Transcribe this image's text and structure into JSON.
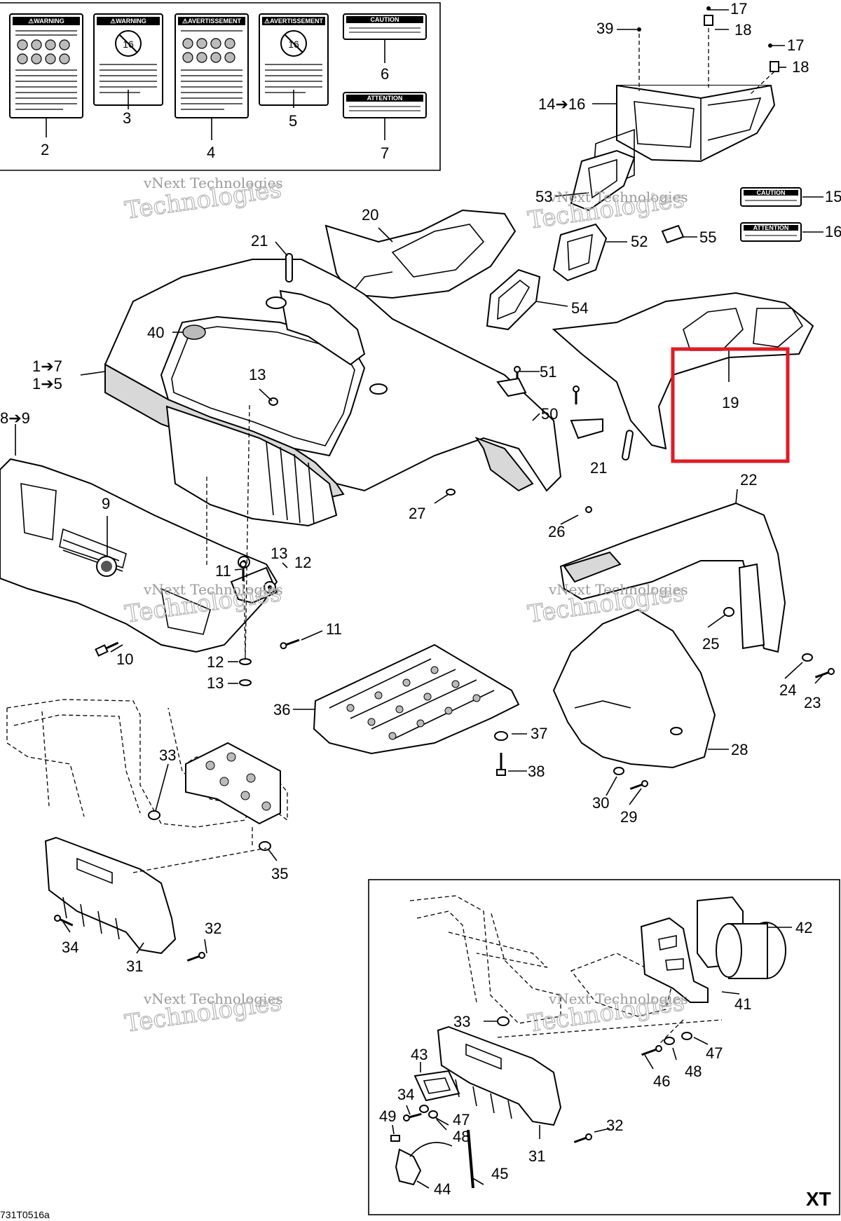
{
  "labels": {
    "l2": "2",
    "l3": "3",
    "l4": "4",
    "l5": "5",
    "l6": "6",
    "l7": "7",
    "l17a": "17",
    "l18a": "18",
    "l17b": "17",
    "l18b": "18",
    "l39": "39",
    "l14": "14➔16",
    "l15": "15",
    "l16": "16",
    "l53": "53",
    "l52": "52",
    "l55": "55",
    "l54": "54",
    "l20": "20",
    "l21a": "21",
    "l21b": "21",
    "l40": "40",
    "l1a": "1➔7",
    "l1b": "1➔5",
    "l13a": "13",
    "l8": "8➔9",
    "l9": "9",
    "l51": "51",
    "l50": "50",
    "l19": "19",
    "l22": "22",
    "l27": "27",
    "l26": "26",
    "l11a": "11",
    "l13b": "13",
    "l12a": "12",
    "l10": "10",
    "l11b": "11",
    "l12b": "12",
    "l13c": "13",
    "l25": "25",
    "l24": "24",
    "l23": "23",
    "l36": "36",
    "l37": "37",
    "l38": "38",
    "l28": "28",
    "l30": "30",
    "l29": "29",
    "l33a": "33",
    "l35": "35",
    "l34a": "34",
    "l32a": "32",
    "l31a": "31",
    "l42": "42",
    "l41": "41",
    "l33b": "33",
    "l47a": "47",
    "l48a": "48",
    "l46": "46",
    "l43": "43",
    "l34b": "34",
    "l47b": "47",
    "l48b": "48",
    "l49": "49",
    "l32b": "32",
    "l31b": "31",
    "l44": "44",
    "l45": "45"
  },
  "decals": {
    "warning": "⚠WARNING",
    "avertissement": "⚠AVERTISSEMENT",
    "caution": "CAUTION",
    "attention": "ATTENTION",
    "age_badge": "16"
  },
  "variant_label": "XT",
  "drawing_code": "731T0516a",
  "watermark": {
    "line1": "vNext Technologies",
    "line2": "Technologies"
  },
  "highlight": {
    "target_label": "19",
    "color": "#e01b24"
  }
}
